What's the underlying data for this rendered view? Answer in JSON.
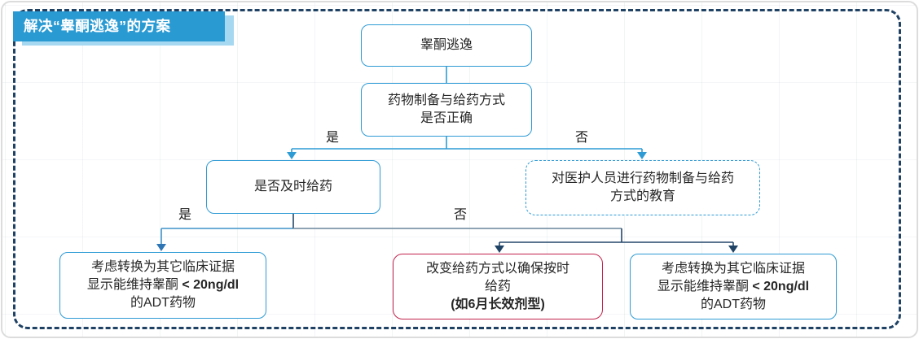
{
  "title": {
    "text": "解决“睾酮逃逸”的方案"
  },
  "colors": {
    "banner_blue": "#2A9AD3",
    "banner_shadow_blue": "#A6D8F2",
    "node_border_blue": "#2E9BD5",
    "outer_border_navy": "#1E4164",
    "dark_connector_navy": "#24476B",
    "mid_arrow_blue": "#2E75B5",
    "red_node_border": "#C2224C"
  },
  "flowchart": {
    "nodes": {
      "start": {
        "label": "睾酮逃逸"
      },
      "check_preparation": {
        "line1": "药物制备与给药方式",
        "line2": "是否正确"
      },
      "check_timely": {
        "label": "是否及时给药"
      },
      "educate": {
        "line1": "对医护人员进行药物制备与给药",
        "line2": "方式的教育"
      },
      "switch_adt_left": {
        "line1": "考虑转换为其它临床证据",
        "line2_prefix": "显示能维持睾酮 ",
        "line2_bold": "< 20ng/dl",
        "line3": "的ADT药物"
      },
      "change_method": {
        "line1": "改变给药方式以确保按时",
        "line2": "给药",
        "line3_bold": "(如6月长效剂型)"
      },
      "switch_adt_right": {
        "line1": "考虑转换为其它临床证据",
        "line2_prefix": "显示能维持睾酮 ",
        "line2_bold": "< 20ng/dl",
        "line3": "的ADT药物"
      }
    },
    "edge_labels": {
      "yes1": "是",
      "no1": "否",
      "yes2": "是",
      "no2": "否"
    }
  }
}
